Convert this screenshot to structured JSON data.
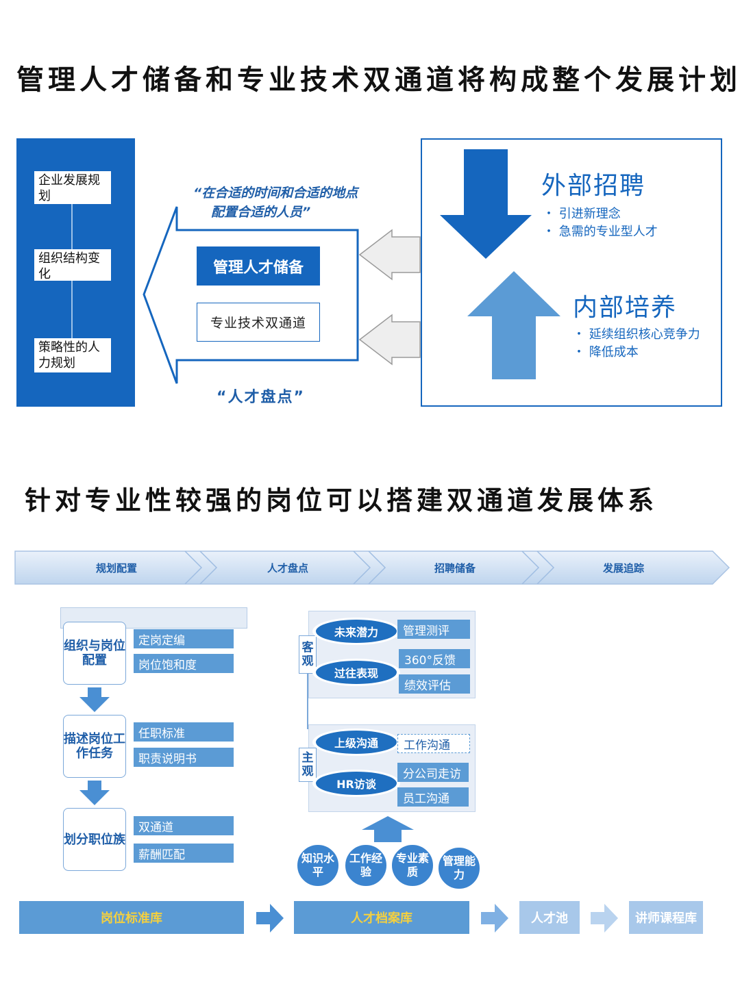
{
  "titles": {
    "top": "管理人才储备和专业技术双通道将构成整个发展计划",
    "bottom": "针对专业性较强的岗位可以搭建双通道发展体系"
  },
  "planning": {
    "items": [
      "企业发展规划",
      "组织结构变化",
      "策略性的人力规划"
    ]
  },
  "center": {
    "quote_line1": "“在合适的时间和合适的地点",
    "quote_line2": "配置合适的人员”",
    "management_box": "管理人才储备",
    "technical_box": "专业技术双通道",
    "caption": "“人才盘点”"
  },
  "right_panel": {
    "external": {
      "title": "外部招聘",
      "bullets": [
        "・ 引进新理念",
        "・ 急需的专业型人才"
      ]
    },
    "internal": {
      "title": "内部培养",
      "bullets": [
        "・ 延续组织核心竞争力",
        "・ 降低成本"
      ]
    }
  },
  "stages": [
    "规划配置",
    "人才盘点",
    "招聘储备",
    "发展追踪"
  ],
  "left_flow": [
    {
      "label": "组织与岗位配置",
      "items": [
        "定岗定编",
        "岗位饱和度"
      ]
    },
    {
      "label": "描述岗位工作任务",
      "items": [
        "任职标准",
        "职责说明书"
      ]
    },
    {
      "label": "划分职位族",
      "items": [
        "双通道",
        "薪酬匹配"
      ]
    }
  ],
  "assessment": {
    "objective": {
      "label": "客观",
      "groups": [
        {
          "name": "未来潜力",
          "items": [
            "管理测评"
          ]
        },
        {
          "name": "过往表现",
          "items": [
            "360°反馈",
            "绩效评估"
          ]
        }
      ]
    },
    "subjective": {
      "label": "主观",
      "groups": [
        {
          "name": "上级沟通",
          "items": [
            "工作沟通"
          ]
        },
        {
          "name": "HR访谈",
          "items": [
            "分公司走访",
            "员工沟通"
          ]
        }
      ]
    },
    "circles": [
      "知识水平",
      "工作经验",
      "专业素质",
      "管理能力"
    ]
  },
  "libraries": [
    "岗位标准库",
    "人才档案库",
    "人才池",
    "讲师课程库"
  ],
  "colors": {
    "primary": "#1566be",
    "accent": "#5b9bd5",
    "highlight": "#f4d03f"
  }
}
